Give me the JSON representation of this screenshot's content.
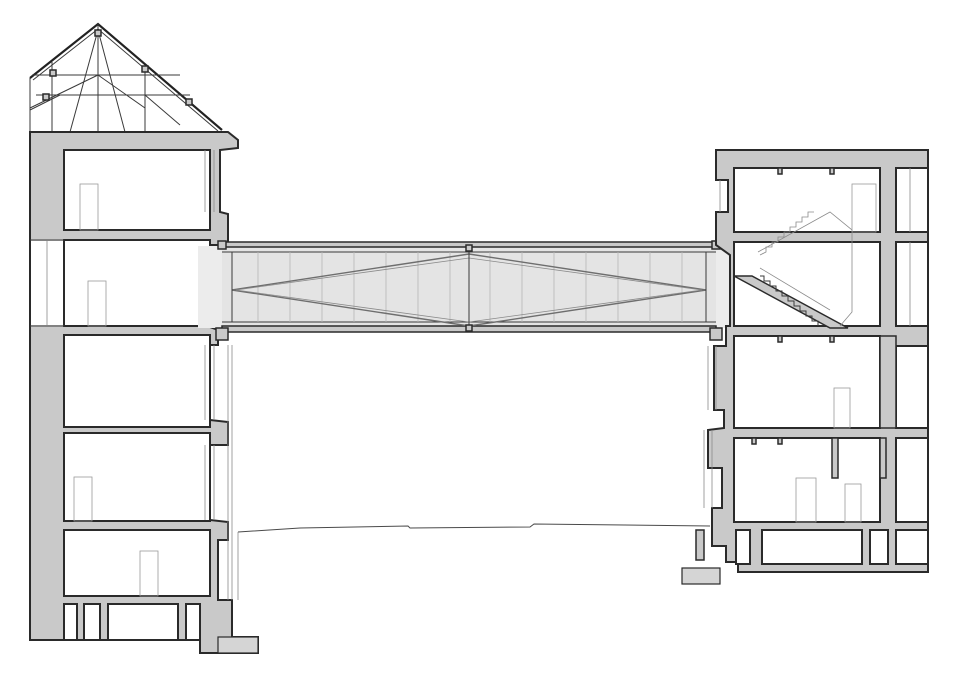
{
  "drawing": {
    "type": "architectural-section",
    "subject": "glazed-bridge-between-two-buildings",
    "colors": {
      "background": "#ffffff",
      "cut_wall": "#c9c9c9",
      "outline": "#2a2a2a",
      "bridge_glazing": "#e4e4e4"
    },
    "left_building": {
      "floors": 5,
      "roof": "pitched-timber-truss"
    },
    "right_building": {
      "floors": 4,
      "roof": "flat",
      "has_stair": true
    },
    "bridge": {
      "structure": "steel-truss",
      "glazed": true
    }
  }
}
